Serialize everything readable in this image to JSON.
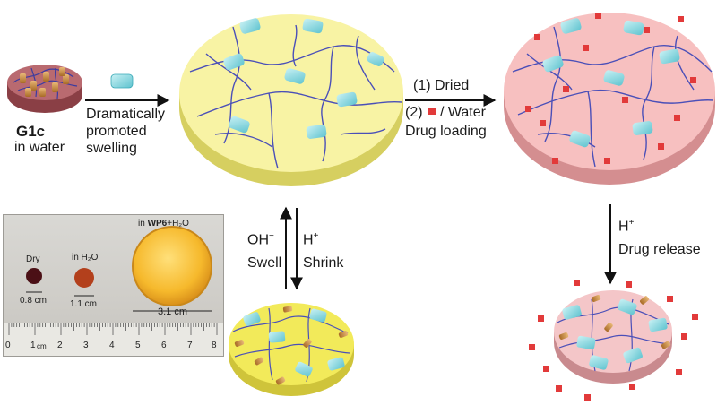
{
  "labels": {
    "g1c_title": "G1c",
    "g1c_subtitle": "in water",
    "swelling_line1": "Dramatically",
    "swelling_line2": "promoted",
    "swelling_line3": "swelling",
    "step1": "(1) Dried",
    "step2_prefix": "(2)",
    "step2_suffix": "/ Water",
    "drug_loading": "Drug loading",
    "oh": "OH",
    "oh_sup": "−",
    "swell": "Swell",
    "h_left": "H",
    "h_left_sup": "+",
    "shrink": "Shrink",
    "h_right": "H",
    "h_right_sup": "+",
    "drug_release": "Drug release"
  },
  "photo": {
    "caption_prefix": "in ",
    "caption_bold": "WP6",
    "caption_suffix": "+H₂O",
    "dry_label": "Dry",
    "dry_size": "0.8 cm",
    "water_label": "in H₂O",
    "water_size": "1.1 cm",
    "wp6_size": "3.1 cm",
    "ruler_numbers": [
      "0",
      "1",
      "cm",
      "2",
      "3",
      "4",
      "5",
      "6",
      "7",
      "8"
    ]
  },
  "colors": {
    "yellow_gel": "#f8f3a4",
    "pink_gel": "#f7c0c0",
    "red_gel": "#b8656a",
    "network": "#4a4fb8",
    "host_capsule": "#7fd4dc",
    "guest": "#c9893e",
    "drug": "#e23a3a",
    "arrow": "#111111"
  }
}
